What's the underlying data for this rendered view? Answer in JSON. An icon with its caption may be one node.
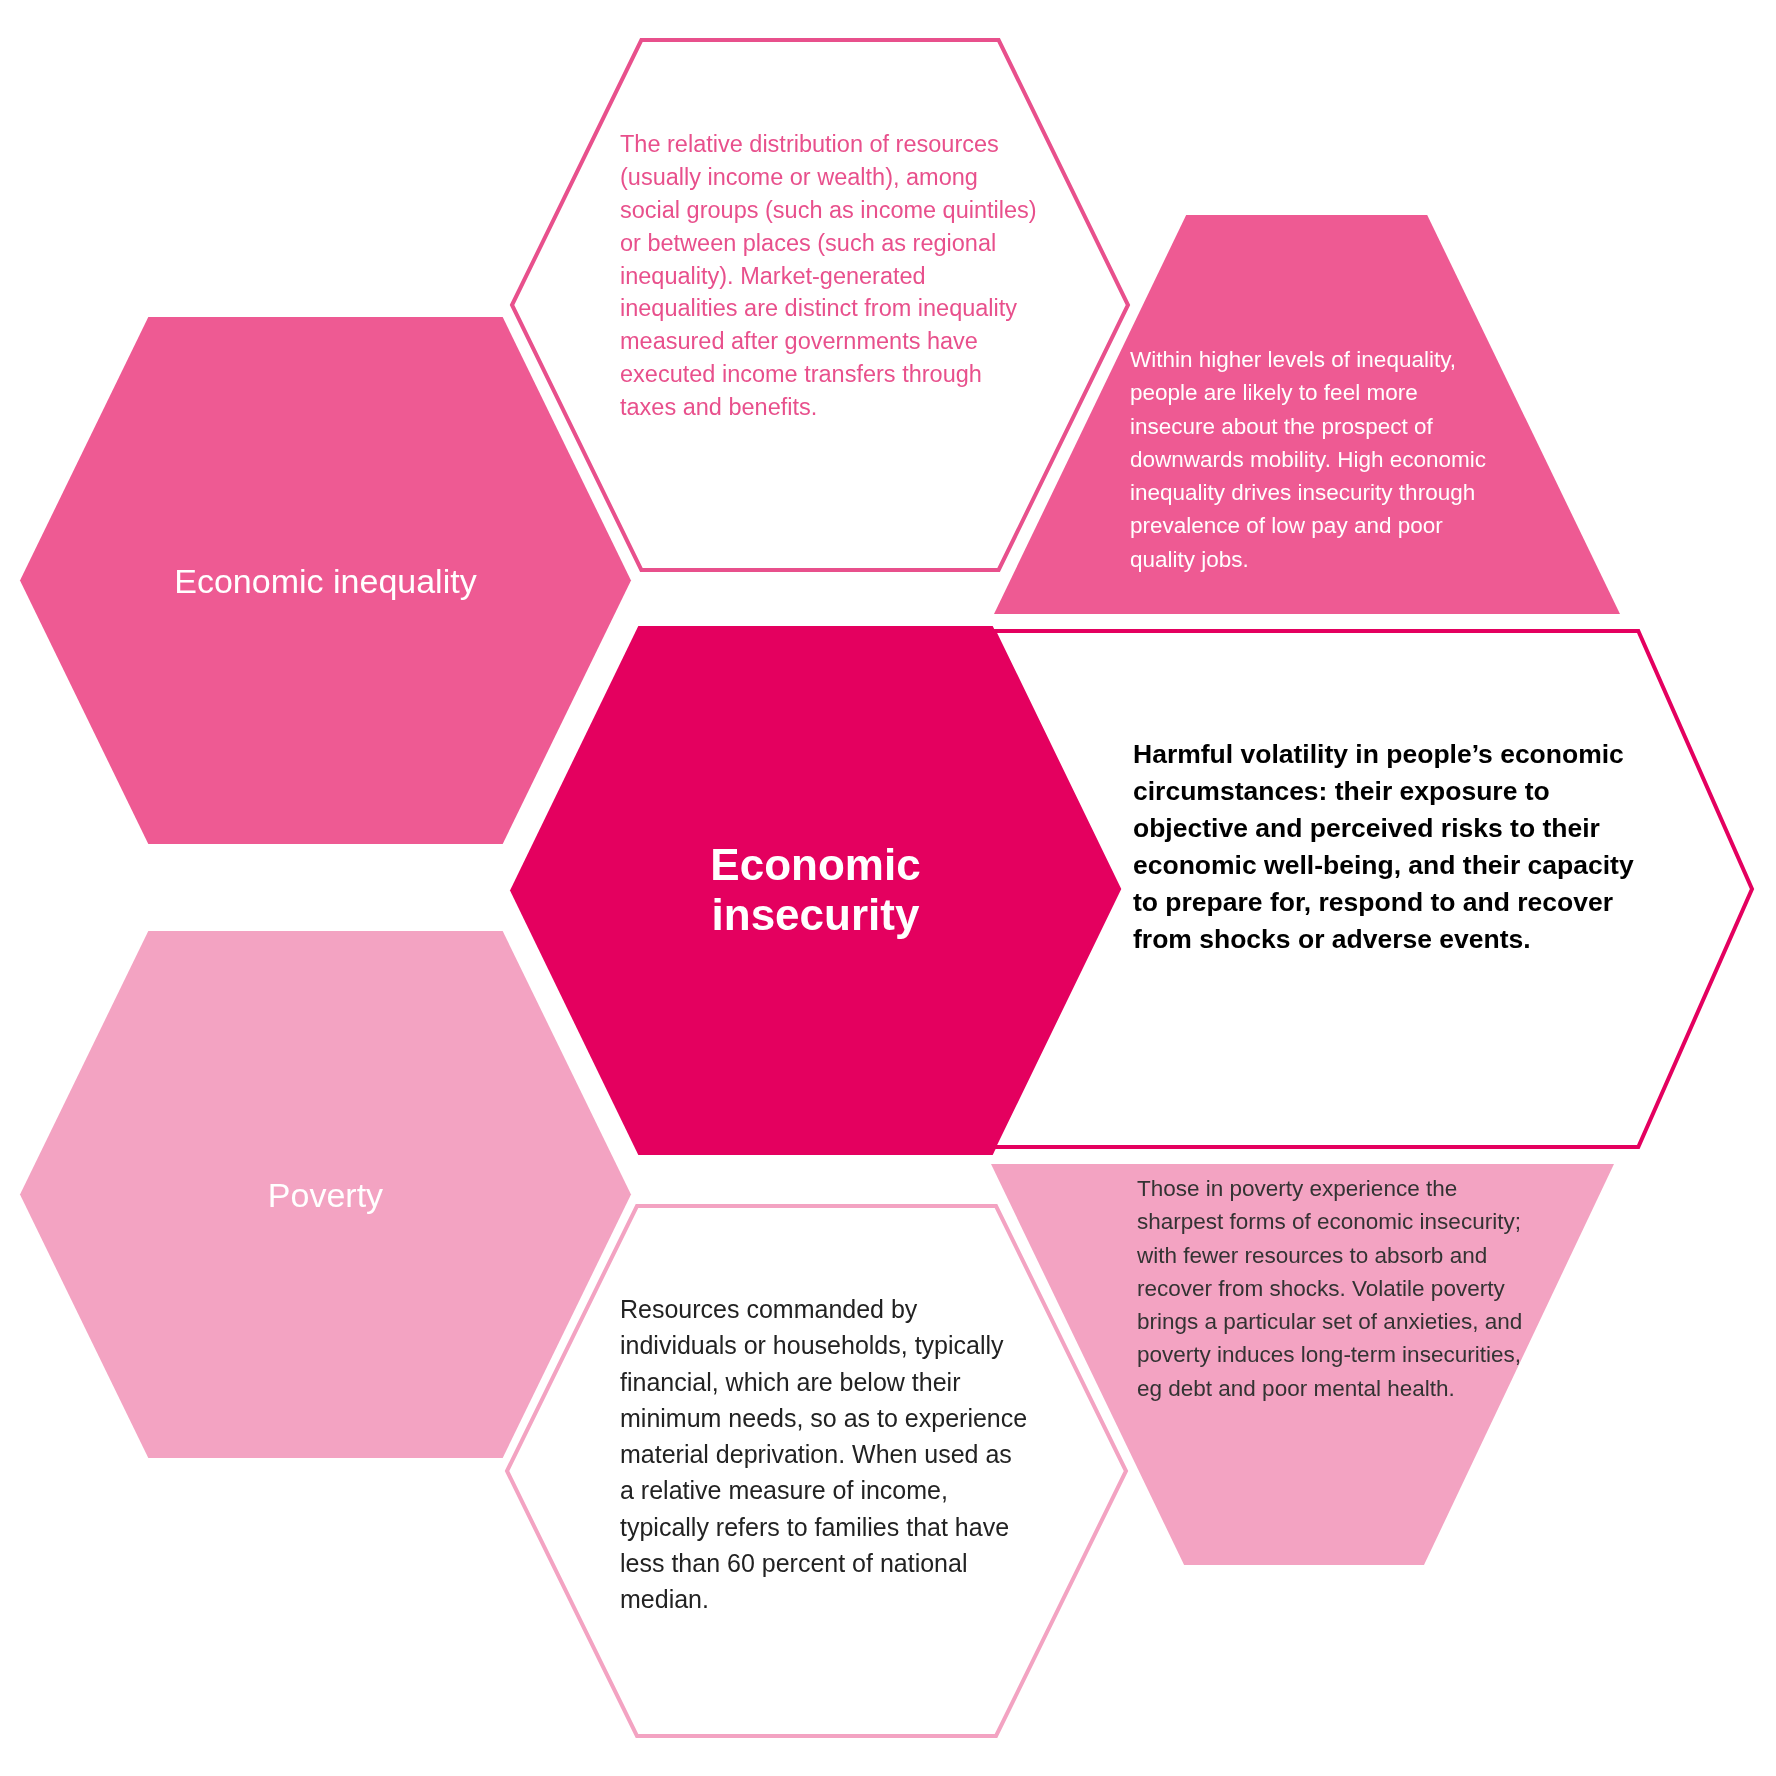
{
  "diagram": {
    "nodes": [
      {
        "text": [
          "Economic inequality"
        ]
      },
      {
        "text": [
          "The relative distribution of resources (usually income or wealth), among social groups (such as income quintiles) or between places (such as regional inequality). Market-generated inequalities are distinct from inequality measured after governments have executed income transfers through taxes and benefits."
        ]
      },
      {
        "text": [
          "Within higher levels of inequality, people are likely to feel more insecure about the prospect of downwards mobility. High economic inequality drives insecurity through prevalence of low pay and poor quality jobs."
        ]
      },
      {
        "text": [
          "Economic insecurity"
        ]
      },
      {
        "text": [
          "Harmful volatility in people’s economic circumstances: their exposure to objective and perceived risks to their economic well-being, and their capacity to prepare for, respond to and recover from shocks or adverse events."
        ]
      },
      {
        "text": [
          "Poverty"
        ]
      },
      {
        "text": [
          "Those in poverty experience the sharpest forms of economic insecurity; with fewer resources to absorb and recover from shocks. Volatile poverty brings a particular set of anxieties, and poverty induces long-term insecurities, eg debt and poor mental health."
        ]
      },
      {
        "text": [
          "Resources commanded by individuals or households, typically financial, which are below their minimum needs, so as to experience material deprivation. When used as a relative measure of income, typically refers to families that have less than 60 percent of national median."
        ]
      }
    ]
  }
}
